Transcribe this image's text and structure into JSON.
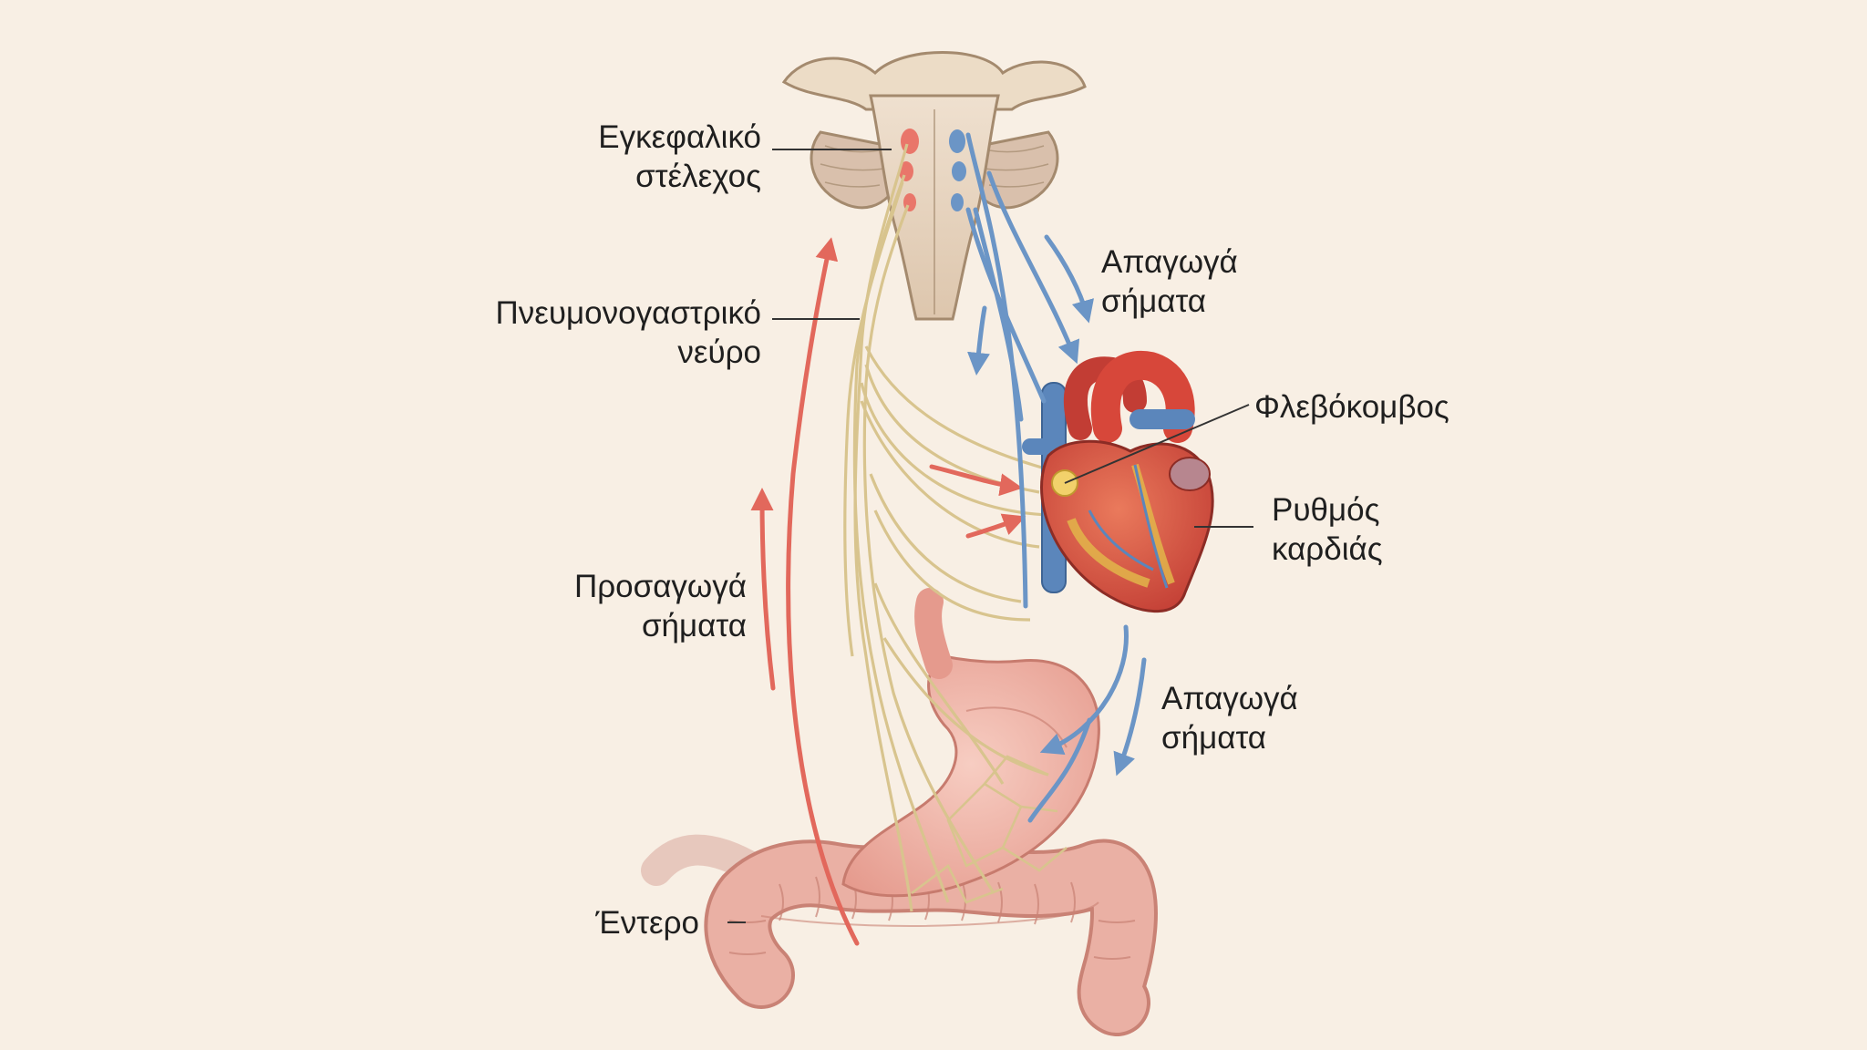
{
  "labels": {
    "brainstem": [
      "Εγκεφαλικό",
      "στέλεχος"
    ],
    "vagus": [
      "Πνευμονογαστρικό",
      "νεύρο"
    ],
    "afferent": [
      "Προσαγωγά",
      "σήματα"
    ],
    "intestine": [
      "Έντερο"
    ],
    "efferent_top": [
      "Απαγωγά",
      "σήματα"
    ],
    "sa_node": [
      "Φλεβόκομβος"
    ],
    "heart_rate": [
      "Ρυθμός",
      "καρδιάς"
    ],
    "efferent_bottom": [
      "Απαγωγά",
      "σήματα"
    ]
  },
  "colors": {
    "background": "#f8efe4",
    "afferent_arrow": "#e2685c",
    "efferent_arrow": "#6b95c6",
    "nerve": "#d8c48e",
    "heart": "#d7473a",
    "stomach": "#efb3a6",
    "intestine": "#eab0a4",
    "brainstem": "#e9d6c3"
  }
}
